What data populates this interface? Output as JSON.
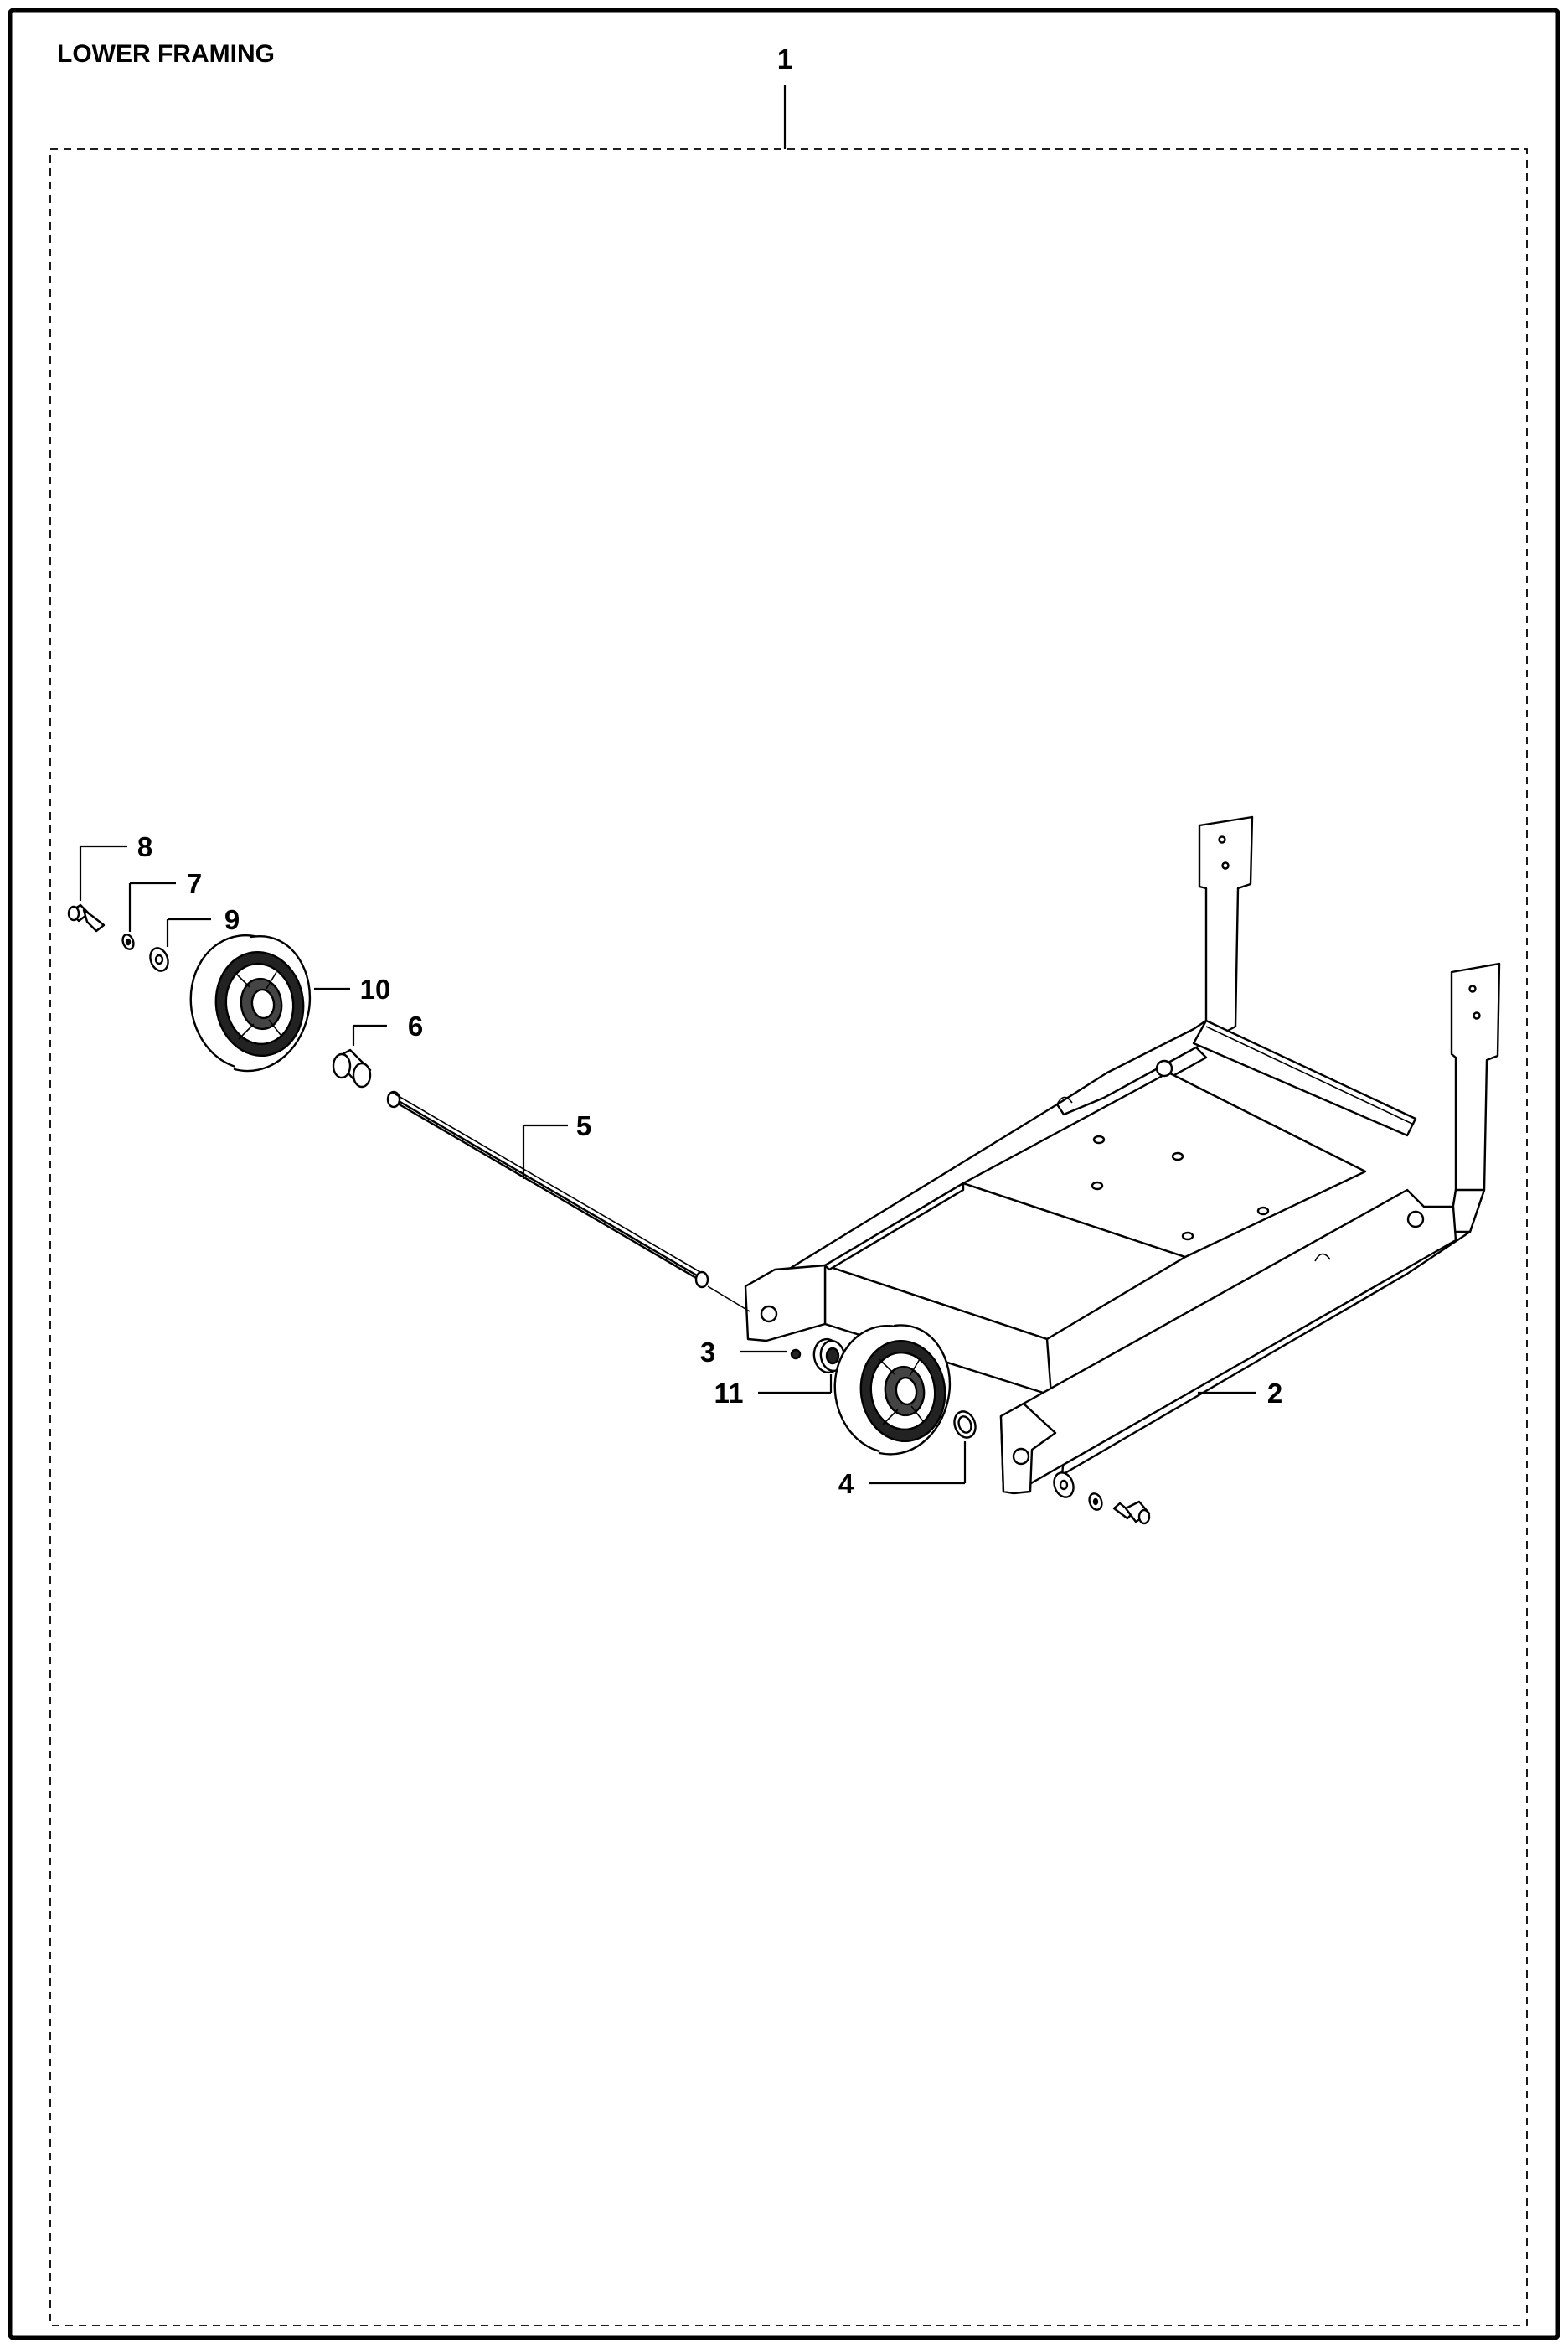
{
  "page": {
    "title": "LOWER FRAMING"
  },
  "callouts": [
    {
      "id": "1",
      "label": "1"
    },
    {
      "id": "2",
      "label": "2"
    },
    {
      "id": "3",
      "label": "3"
    },
    {
      "id": "4",
      "label": "4"
    },
    {
      "id": "5",
      "label": "5"
    },
    {
      "id": "6",
      "label": "6"
    },
    {
      "id": "7",
      "label": "7"
    },
    {
      "id": "8",
      "label": "8"
    },
    {
      "id": "9",
      "label": "9"
    },
    {
      "id": "10",
      "label": "10"
    },
    {
      "id": "11",
      "label": "11"
    }
  ],
  "icons": {
    "frame": "u-shaped-lower-frame-icon",
    "wheel": "wheel-icon",
    "axle": "axle-shaft-icon",
    "bolt": "hex-bolt-icon",
    "washer": "washer-icon"
  }
}
